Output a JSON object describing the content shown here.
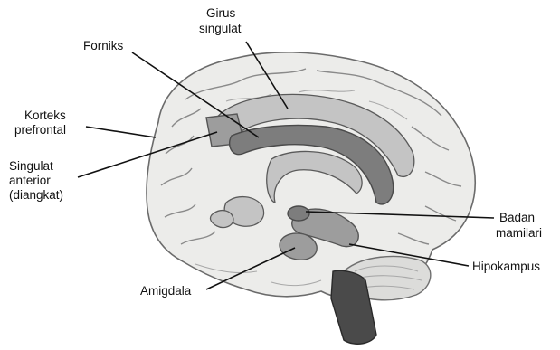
{
  "labels": {
    "girus_singulat_1": "Girus",
    "girus_singulat_2": "singulat",
    "forniks": "Forniks",
    "korteks_prefrontal_1": "Korteks",
    "korteks_prefrontal_2": "prefrontal",
    "singulat_anterior_1": "Singulat",
    "singulat_anterior_2": "anterior",
    "singulat_anterior_3": "(diangkat)",
    "badan_mamilari_1": "Badan",
    "badan_mamilari_2": "mamilari",
    "hipokampus": "Hipokampus",
    "amigdala": "Amigdala"
  }
}
